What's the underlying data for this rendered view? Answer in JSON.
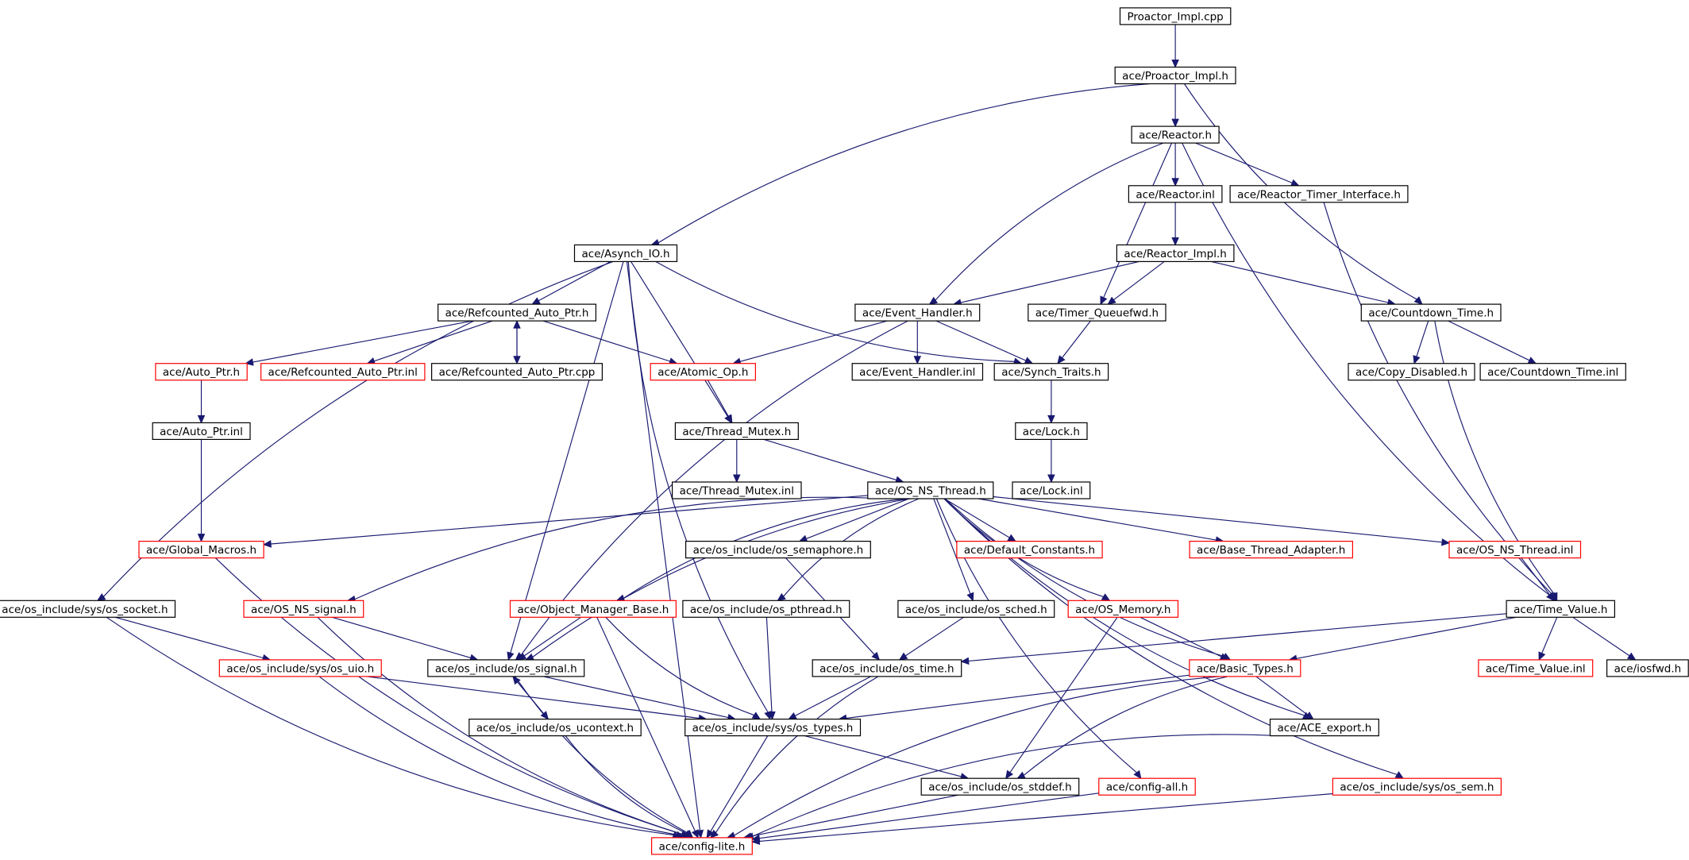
{
  "colors": {
    "edge": "#191970",
    "border_default": "#000000",
    "border_red": "#ff0000",
    "root_fill": "#bfbfbf"
  },
  "nodes": {
    "proactor_impl_cpp": {
      "label": "Proactor_Impl.cpp",
      "style": "root"
    },
    "proactor_impl_h": {
      "label": "ace/Proactor_Impl.h",
      "style": "black"
    },
    "reactor_h": {
      "label": "ace/Reactor.h",
      "style": "black"
    },
    "reactor_inl": {
      "label": "ace/Reactor.inl",
      "style": "black"
    },
    "reactor_timer_interface_h": {
      "label": "ace/Reactor_Timer_Interface.h",
      "style": "black"
    },
    "reactor_impl_h": {
      "label": "ace/Reactor_Impl.h",
      "style": "black"
    },
    "asynch_io_h": {
      "label": "ace/Asynch_IO.h",
      "style": "black"
    },
    "refcounted_auto_ptr_h": {
      "label": "ace/Refcounted_Auto_Ptr.h",
      "style": "black"
    },
    "event_handler_h": {
      "label": "ace/Event_Handler.h",
      "style": "black"
    },
    "timer_queuefwd_h": {
      "label": "ace/Timer_Queuefwd.h",
      "style": "black"
    },
    "countdown_time_h": {
      "label": "ace/Countdown_Time.h",
      "style": "black"
    },
    "auto_ptr_h": {
      "label": "ace/Auto_Ptr.h",
      "style": "red"
    },
    "refcounted_auto_ptr_inl": {
      "label": "ace/Refcounted_Auto_Ptr.inl",
      "style": "red"
    },
    "refcounted_auto_ptr_cpp": {
      "label": "ace/Refcounted_Auto_Ptr.cpp",
      "style": "black"
    },
    "atomic_op_h": {
      "label": "ace/Atomic_Op.h",
      "style": "red"
    },
    "event_handler_inl": {
      "label": "ace/Event_Handler.inl",
      "style": "black"
    },
    "synch_traits_h": {
      "label": "ace/Synch_Traits.h",
      "style": "black"
    },
    "copy_disabled_h": {
      "label": "ace/Copy_Disabled.h",
      "style": "black"
    },
    "countdown_time_inl": {
      "label": "ace/Countdown_Time.inl",
      "style": "black"
    },
    "auto_ptr_inl": {
      "label": "ace/Auto_Ptr.inl",
      "style": "black"
    },
    "thread_mutex_h": {
      "label": "ace/Thread_Mutex.h",
      "style": "black"
    },
    "lock_h": {
      "label": "ace/Lock.h",
      "style": "black"
    },
    "thread_mutex_inl": {
      "label": "ace/Thread_Mutex.inl",
      "style": "black"
    },
    "os_ns_thread_h": {
      "label": "ace/OS_NS_Thread.h",
      "style": "black"
    },
    "lock_inl": {
      "label": "ace/Lock.inl",
      "style": "black"
    },
    "global_macros_h": {
      "label": "ace/Global_Macros.h",
      "style": "red"
    },
    "os_semaphore_h": {
      "label": "ace/os_include/os_semaphore.h",
      "style": "black"
    },
    "default_constants_h": {
      "label": "ace/Default_Constants.h",
      "style": "red"
    },
    "base_thread_adapter_h": {
      "label": "ace/Base_Thread_Adapter.h",
      "style": "red"
    },
    "os_ns_thread_inl": {
      "label": "ace/OS_NS_Thread.inl",
      "style": "red"
    },
    "os_socket_h": {
      "label": "ace/os_include/sys/os_socket.h",
      "style": "black"
    },
    "os_ns_signal_h": {
      "label": "ace/OS_NS_signal.h",
      "style": "red"
    },
    "object_manager_base_h": {
      "label": "ace/Object_Manager_Base.h",
      "style": "red"
    },
    "os_pthread_h": {
      "label": "ace/os_include/os_pthread.h",
      "style": "black"
    },
    "os_sched_h": {
      "label": "ace/os_include/os_sched.h",
      "style": "black"
    },
    "os_memory_h": {
      "label": "ace/OS_Memory.h",
      "style": "red"
    },
    "time_value_h": {
      "label": "ace/Time_Value.h",
      "style": "black"
    },
    "os_uio_h": {
      "label": "ace/os_include/sys/os_uio.h",
      "style": "red"
    },
    "os_signal_h": {
      "label": "ace/os_include/os_signal.h",
      "style": "black"
    },
    "os_time_h": {
      "label": "ace/os_include/os_time.h",
      "style": "black"
    },
    "basic_types_h": {
      "label": "ace/Basic_Types.h",
      "style": "red"
    },
    "time_value_inl": {
      "label": "ace/Time_Value.inl",
      "style": "red"
    },
    "iosfwd_h": {
      "label": "ace/iosfwd.h",
      "style": "black"
    },
    "os_ucontext_h": {
      "label": "ace/os_include/os_ucontext.h",
      "style": "black"
    },
    "os_types_h": {
      "label": "ace/os_include/sys/os_types.h",
      "style": "black"
    },
    "ace_export_h": {
      "label": "ace/ACE_export.h",
      "style": "black"
    },
    "os_stddef_h": {
      "label": "ace/os_include/os_stddef.h",
      "style": "black"
    },
    "config_all_h": {
      "label": "ace/config-all.h",
      "style": "red"
    },
    "os_sem_h": {
      "label": "ace/os_include/sys/os_sem.h",
      "style": "red"
    },
    "config_lite_h": {
      "label": "ace/config-lite.h",
      "style": "red"
    }
  }
}
